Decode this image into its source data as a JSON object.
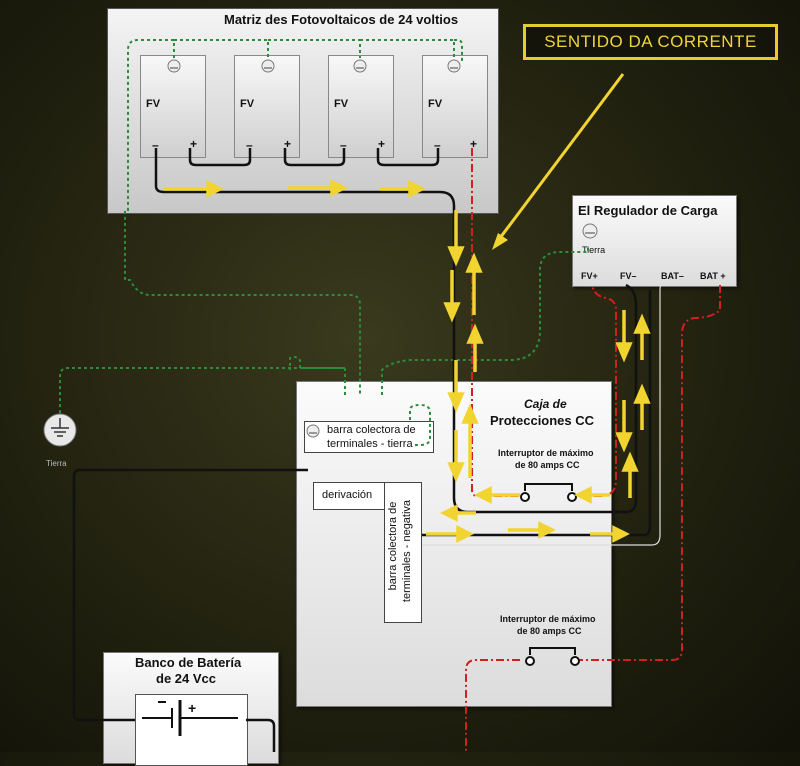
{
  "pv_array": {
    "title": "Matriz des Fotovoltaicos de 24 voltios",
    "module_label": "FV",
    "minus": "–",
    "plus": "+"
  },
  "current_direction": "SENTIDO DA CORRENTE",
  "regulator": {
    "title": "El Regulador de Carga",
    "ground_label": "Tierra",
    "terminals": [
      "FV+",
      "FV–",
      "BAT–",
      "BAT +"
    ]
  },
  "ground_symbol_label": "Tierra",
  "protection_box": {
    "title_line1": "Caja de",
    "title_line2": "Protecciones CC",
    "ground_bar_line1": "barra colectora de",
    "ground_bar_line2": "terminales - tierra",
    "shunt": "derivación",
    "neg_bar_line1": "barra colectora de",
    "neg_bar_line2": "terminales - negativa",
    "breaker1_line1": "Interruptor de máximo",
    "breaker1_line2": "de 80 amps CC",
    "breaker2_line1": "Interruptor de máximo",
    "breaker2_line2": "de 80 amps CC"
  },
  "battery": {
    "title_line1": "Banco de Batería",
    "title_line2": "de 24 Vcc",
    "plus": "+"
  },
  "colors": {
    "arrow": "#f2d431",
    "dc_positive": "#d02020",
    "ground_wire": "#2e8b3e",
    "negative_wire": "#111111",
    "callout_border": "#e8cc2a"
  }
}
